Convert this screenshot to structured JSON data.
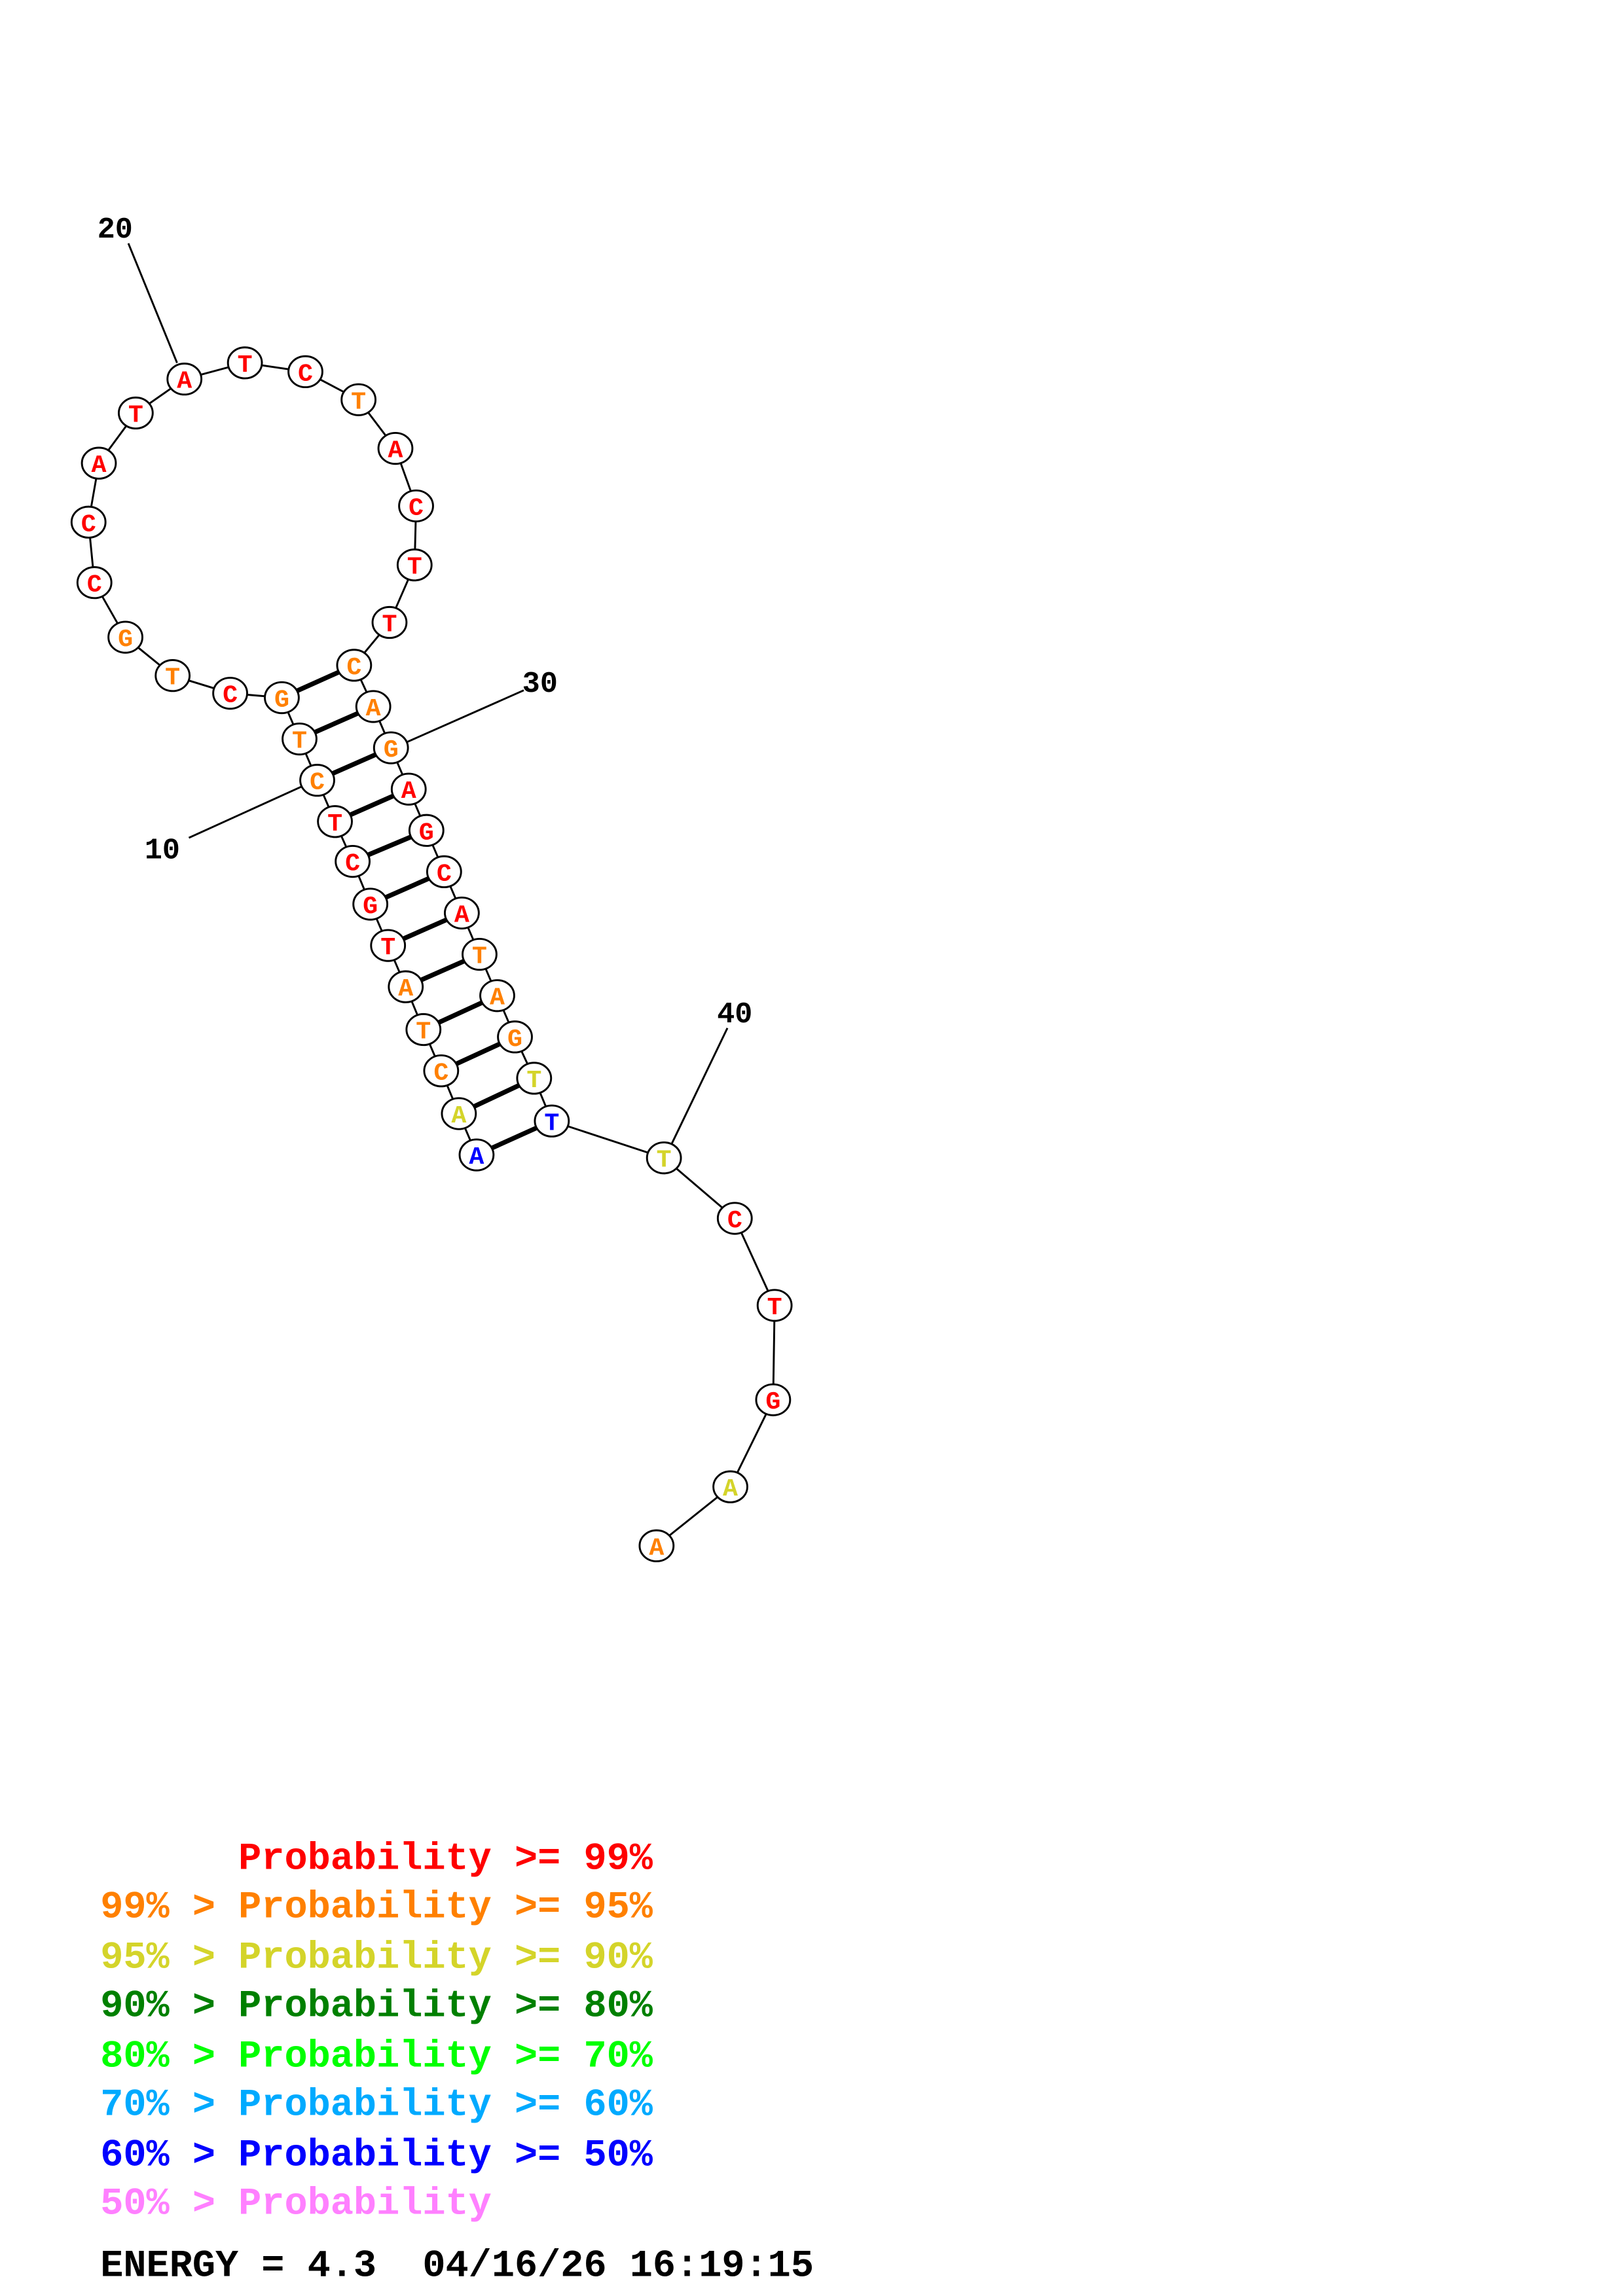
{
  "structure": {
    "sequence": [
      "A",
      "A",
      "C",
      "T",
      "A",
      "T",
      "G",
      "C",
      "T",
      "C",
      "T",
      "G",
      "C",
      "T",
      "G",
      "C",
      "C",
      "A",
      "T",
      "A",
      "T",
      "C",
      "T",
      "A",
      "C",
      "T",
      "T",
      "C",
      "A",
      "G",
      "A",
      "G",
      "C",
      "A",
      "T",
      "A",
      "G",
      "T",
      "T",
      "T",
      "C",
      "T",
      "G",
      "A",
      "A"
    ],
    "probability_class": [
      6,
      2,
      1,
      1,
      1,
      0,
      0,
      0,
      0,
      1,
      1,
      1,
      0,
      1,
      1,
      0,
      0,
      0,
      0,
      0,
      0,
      0,
      1,
      0,
      0,
      0,
      0,
      1,
      1,
      1,
      0,
      0,
      0,
      0,
      1,
      1,
      1,
      2,
      6,
      2,
      0,
      0,
      0,
      2,
      1
    ],
    "pairs": [
      [
        1,
        39
      ],
      [
        2,
        38
      ],
      [
        3,
        37
      ],
      [
        4,
        36
      ],
      [
        5,
        35
      ],
      [
        6,
        34
      ],
      [
        7,
        33
      ],
      [
        8,
        32
      ],
      [
        9,
        31
      ],
      [
        10,
        30
      ],
      [
        11,
        29
      ],
      [
        12,
        28
      ]
    ],
    "position_labels": [
      {
        "position": 10,
        "text": "10"
      },
      {
        "position": 20,
        "text": "20"
      },
      {
        "position": 30,
        "text": "30"
      },
      {
        "position": 40,
        "text": "40"
      }
    ]
  },
  "legend": {
    "colors": [
      "#ff0000",
      "#ff8000",
      "#d4d42a",
      "#008000",
      "#00ff00",
      "#00aaff",
      "#0000ff",
      "#ff80ff"
    ],
    "lines": [
      "      Probability >= 99%",
      "99% > Probability >= 95%",
      "95% > Probability >= 90%",
      "90% > Probability >= 80%",
      "80% > Probability >= 70%",
      "70% > Probability >= 60%",
      "60% > Probability >= 50%",
      "50% > Probability"
    ]
  },
  "footer": {
    "energy_text": "ENERGY = 4.3  04/16/26 16:19:15"
  }
}
